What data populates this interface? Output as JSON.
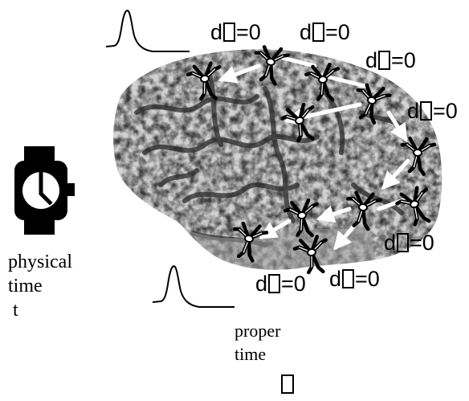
{
  "physical_time": {
    "line1": "physical",
    "line2": "time",
    "symbol": "t"
  },
  "proper_time": {
    "line1": "proper",
    "line2": "time"
  },
  "proper_time_symbol_glyph": "□",
  "equation_labels": [
    {
      "prefix": "d",
      "suffix": "=0"
    },
    {
      "prefix": "d",
      "suffix": "=0"
    },
    {
      "prefix": "d",
      "suffix": "=0"
    },
    {
      "prefix": "d",
      "suffix": "=0"
    },
    {
      "prefix": "d",
      "suffix": "=0"
    },
    {
      "prefix": "d",
      "suffix": "=0"
    },
    {
      "prefix": "d",
      "suffix": "=0"
    }
  ],
  "icons": [
    "watch-icon",
    "brain-image",
    "neuron-icon",
    "pulse-waveform-icon"
  ],
  "colors": {
    "ink": "#000000",
    "arrow": "#ffffff",
    "brain_dark": "#2b2b2b",
    "brain_light": "#c9c9c9"
  }
}
